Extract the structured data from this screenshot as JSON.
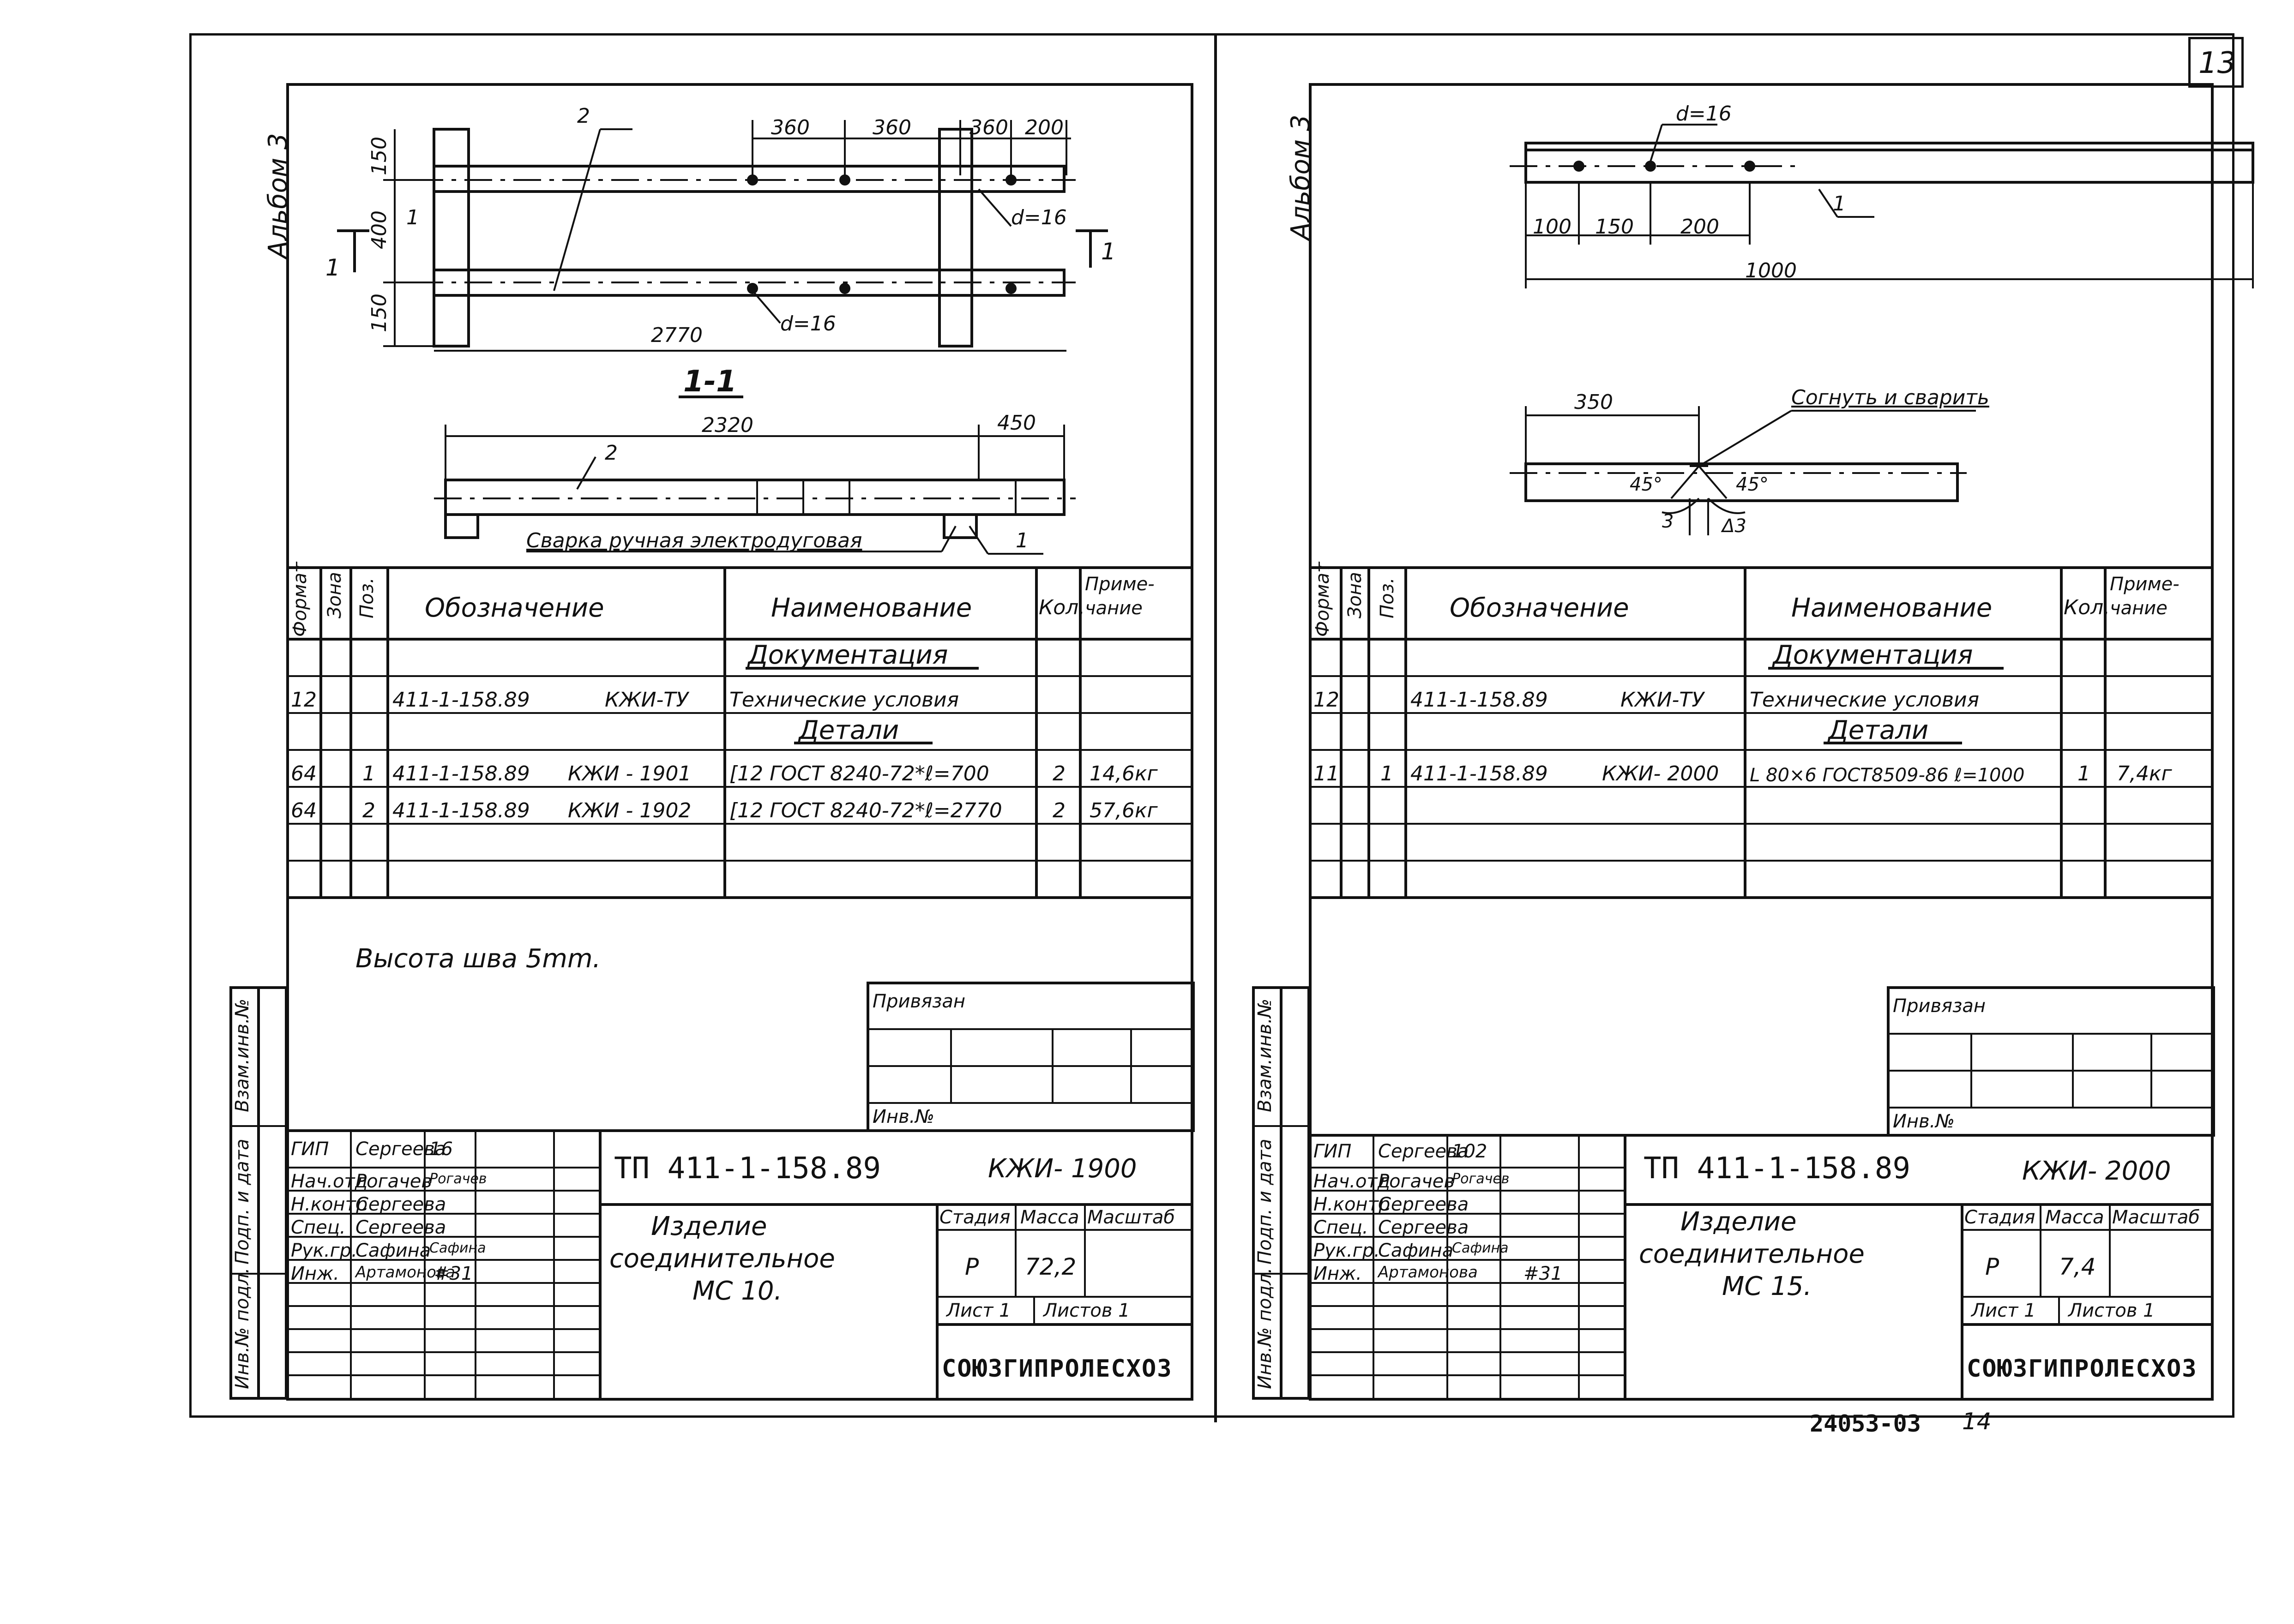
{
  "page_number": "13",
  "footer": {
    "doc_code": "24053-03",
    "page_ref": "14"
  },
  "left_sheet": {
    "album_label": "Альбом 3",
    "drawing": {
      "dims_top": [
        "360",
        "360",
        "360",
        "200"
      ],
      "dims_left": [
        "150",
        "400",
        "150"
      ],
      "overall_length": "2770",
      "hole_label_top": "d=16",
      "hole_label_bottom": "d=16",
      "pos_labels": [
        "2",
        "1",
        "2",
        "1"
      ],
      "section_marks": [
        "1",
        "1"
      ],
      "section_title": "1-1",
      "section_length": "2320",
      "section_right": "450",
      "weld_note": "Сварка ручная электродуговая"
    },
    "spec_table": {
      "headers": [
        "Формат",
        "Зона",
        "Поз.",
        "Обозначение",
        "Наименование",
        "Кол.",
        "Приме-чание"
      ],
      "section_docs": "Документация",
      "section_parts": "Детали",
      "rows": [
        {
          "format": "12",
          "zone": "",
          "pos": "",
          "designation": "411-1-158.89",
          "code": "КЖИ-ТУ",
          "name": "Технические условия",
          "qty": "",
          "note": ""
        },
        {
          "format": "64",
          "zone": "",
          "pos": "1",
          "designation": "411-1-158.89",
          "code": "КЖИ - 1901",
          "name": "[12 ГОСТ 8240-72*ℓ=700",
          "qty": "2",
          "note": "14,6кг"
        },
        {
          "format": "64",
          "zone": "",
          "pos": "2",
          "designation": "411-1-158.89",
          "code": "КЖИ - 1902",
          "name": "[12 ГОСТ 8240-72*ℓ=2770",
          "qty": "2",
          "note": "57,6кг"
        }
      ]
    },
    "note": "Высота шва 5mm.",
    "tied": "Привязан",
    "inv_no": "Инв.№",
    "side_labels": [
      "Взам.инв.№",
      "Подп. и дата",
      "Инв.№ подл."
    ],
    "signatures": [
      {
        "role": "ГИП",
        "name": "Сергеева",
        "sign": "16"
      },
      {
        "role": "Нач.отд",
        "name": "Рогачев",
        "sign": "Рогачев"
      },
      {
        "role": "Н.контр",
        "name": "Сергеева",
        "sign": ""
      },
      {
        "role": "Спец.",
        "name": "Сергеева",
        "sign": ""
      },
      {
        "role": "Рук.гр.",
        "name": "Сафина",
        "sign": "Сафина"
      },
      {
        "role": "Инж.",
        "name": "Артамонова",
        "sign": "#31"
      }
    ],
    "title_block": {
      "doc_number": "ТП 411-1-158.89",
      "mark": "КЖИ- 1900",
      "product": [
        "Изделие",
        "соединительное",
        "МС 10."
      ],
      "stage_label": "Стадия",
      "mass_label": "Масса",
      "scale_label": "Масштаб",
      "stage": "Р",
      "mass": "72,2",
      "sheet_label": "Лист 1",
      "sheets_label": "Листов 1",
      "org": "СОЮЗГИПРОЛЕСХОЗ"
    }
  },
  "right_sheet": {
    "album_label": "Альбом 3",
    "drawing": {
      "hole_label": "d=16",
      "dims": [
        "100",
        "150",
        "200"
      ],
      "overall_length": "1000",
      "pos_label": "1",
      "bend_length": "350",
      "bend_note": "Согнуть и сварить",
      "angle_left": "45°",
      "angle_right": "45°",
      "gap": "3",
      "weld": "Δ3"
    },
    "spec_table": {
      "headers": [
        "Формат",
        "Зона",
        "Поз.",
        "Обозначение",
        "Наименование",
        "Кол.",
        "Приме-чание"
      ],
      "section_docs": "Документация",
      "section_parts": "Детали",
      "rows": [
        {
          "format": "12",
          "zone": "",
          "pos": "",
          "designation": "411-1-158.89",
          "code": "КЖИ-ТУ",
          "name": "Технические условия",
          "qty": "",
          "note": ""
        },
        {
          "format": "11",
          "zone": "",
          "pos": "1",
          "designation": "411-1-158.89",
          "code": "КЖИ- 2000",
          "name": "L 80×6 ГОСТ8509-86 ℓ=1000",
          "qty": "1",
          "note": "7,4кг"
        }
      ]
    },
    "tied": "Привязан",
    "inv_no": "Инв.№",
    "side_labels": [
      "Взам.инв.№",
      "Подп. и дата",
      "Инв.№ подл."
    ],
    "signatures": [
      {
        "role": "ГИП",
        "name": "Сергеева",
        "sign": "102"
      },
      {
        "role": "Нач.отд",
        "name": "Рогачев",
        "sign": "Рогачев"
      },
      {
        "role": "Н.контр",
        "name": "Сергеева",
        "sign": ""
      },
      {
        "role": "Спец.",
        "name": "Сергеева",
        "sign": ""
      },
      {
        "role": "Рук.гр.",
        "name": "Сафина",
        "sign": "Сафина"
      },
      {
        "role": "Инж.",
        "name": "Артамонова",
        "sign": "#31"
      }
    ],
    "title_block": {
      "doc_number": "ТП 411-1-158.89",
      "mark": "КЖИ- 2000",
      "product": [
        "Изделие",
        "соединительное",
        "МС 15."
      ],
      "stage_label": "Стадия",
      "mass_label": "Масса",
      "scale_label": "Масштаб",
      "stage": "Р",
      "mass": "7,4",
      "sheet_label": "Лист 1",
      "sheets_label": "Листов 1",
      "org": "СОЮЗГИПРОЛЕСХОЗ"
    }
  }
}
